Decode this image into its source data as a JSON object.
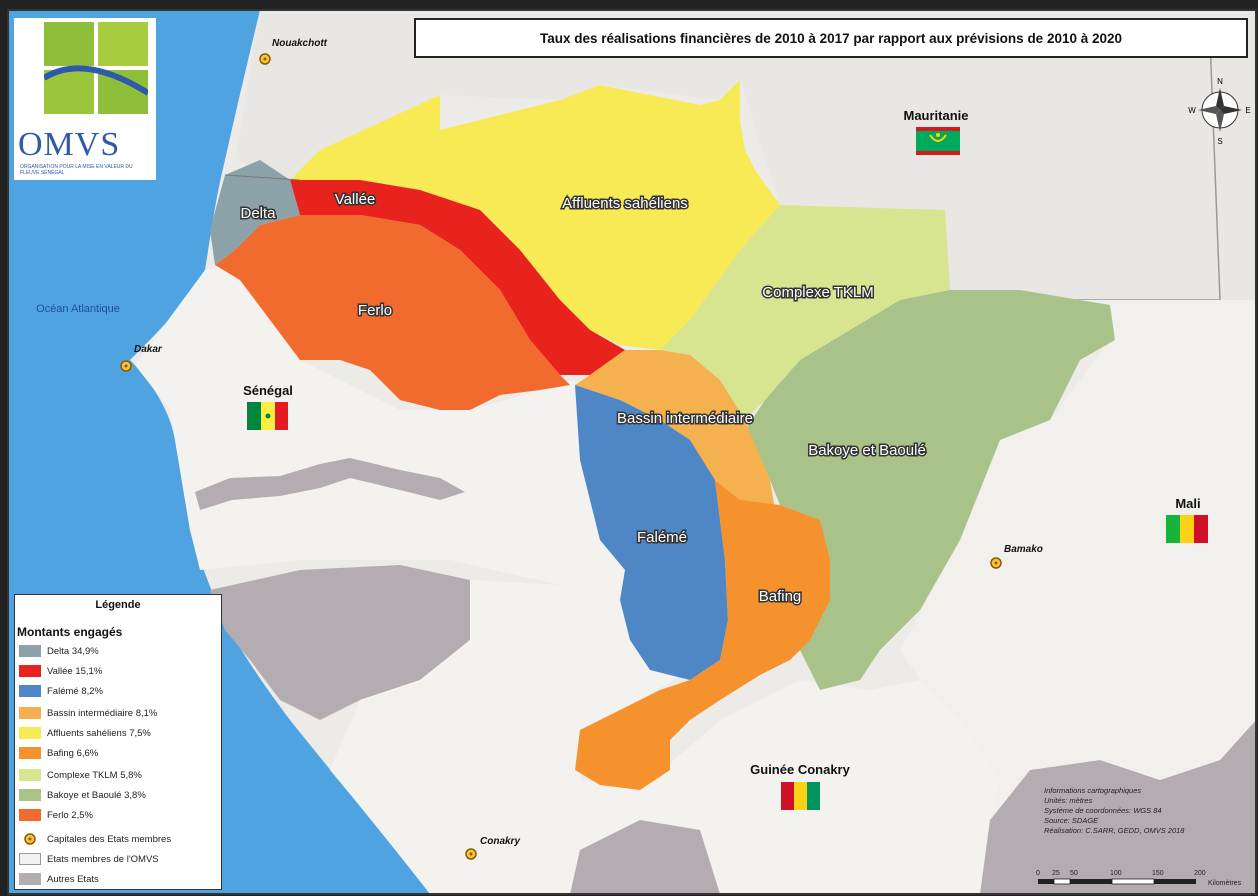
{
  "title": "Taux des réalisations financières de 2010 à 2017 par rapport aux prévisions de 2010 à 2020",
  "logo": {
    "text": "OMVS",
    "subtitle": "ORGANISATION POUR LA MISE EN VALEUR DU FLEUVE SÉNÉGAL"
  },
  "ocean_label": "Océan Atlantique",
  "regions": {
    "delta": "Delta",
    "vallee": "Vallée",
    "affluents": "Affluents sahéliens",
    "ferlo": "Ferlo",
    "tklm": "Complexe TKLM",
    "bassin": "Bassin intermédiaire",
    "bakoye": "Bakoye et Baoulé",
    "faleme": "Falémé",
    "bafing": "Bafing"
  },
  "countries": {
    "mauritanie": "Mauritanie",
    "senegal": "Sénégal",
    "mali": "Mali",
    "guinee": "Guinée Conakry"
  },
  "cities": {
    "nouakchott": "Nouakchott",
    "dakar": "Dakar",
    "bamako": "Bamako",
    "conakry": "Conakry"
  },
  "legend": {
    "title": "Légende",
    "subtitle": "Montants engagés",
    "items": [
      {
        "label": "Delta 34,9%",
        "color": "#8ba3a8"
      },
      {
        "label": "Vallée 15,1%",
        "color": "#e8231e"
      },
      {
        "label": "Falémé 8,2%",
        "color": "#4f86c6"
      },
      {
        "label": "Bassin intermédiaire 8,1%",
        "color": "#f5b14e"
      },
      {
        "label": "Affluents sahéliens 7,5%",
        "color": "#f7ea55"
      },
      {
        "label": "Bafing 6,6%",
        "color": "#f5922e"
      },
      {
        "label": "Complexe TKLM 5,8%",
        "color": "#d7e590"
      },
      {
        "label": "Bakoye et Baoulé 3,8%",
        "color": "#a8c28a"
      },
      {
        "label": "Ferlo 2,5%",
        "color": "#f26b2e"
      }
    ],
    "capitals_label": "Capitales des Etats membres",
    "members_label": "Etats membres de l'OMVS",
    "others_label": "Autres Etats"
  },
  "info_lines": [
    "Informations cartographiques",
    "Unités: mètres",
    "Système de coordonnées: WGS 84",
    "Source: SDAGE",
    "Réalisation: C.SARR, GEDD, OMVS 2018"
  ],
  "scale": {
    "ticks": [
      "0",
      "25",
      "50",
      "100",
      "150",
      "200"
    ],
    "unit": "Kilomètres"
  },
  "compass": {
    "n": "N",
    "s": "S",
    "e": "E",
    "w": "W"
  },
  "colors": {
    "ocean": "#4ea3e0",
    "member_land": "#f2f1ee",
    "other_land": "#b3adb2",
    "background_land": "#e8e6e2"
  }
}
